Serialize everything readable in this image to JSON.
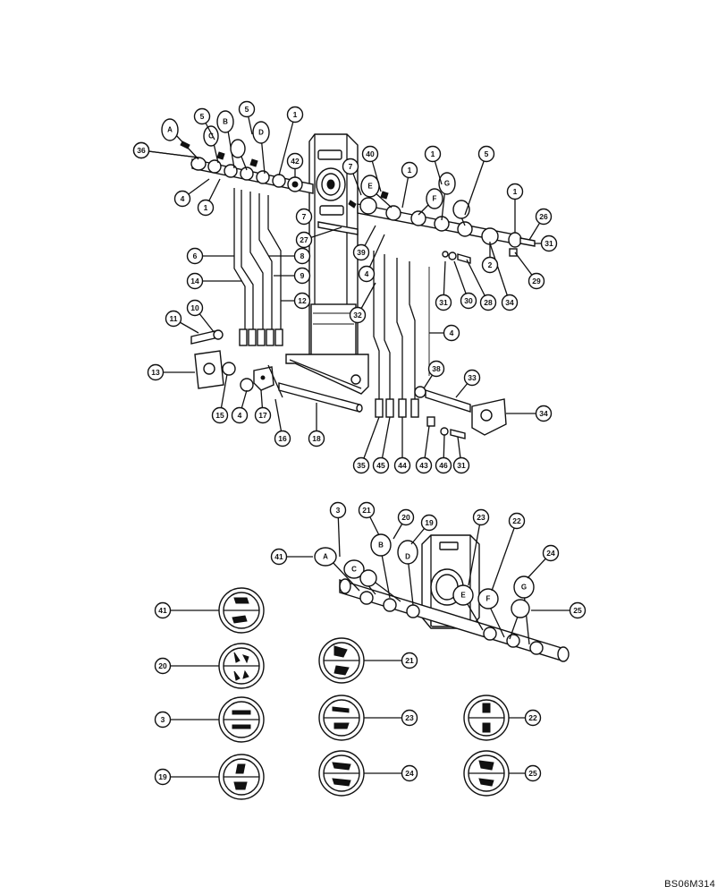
{
  "reference_code": "BS06M314",
  "knob_letters": {
    "upper_left": [
      "A",
      "B",
      "C",
      "D"
    ],
    "upper_right": [
      "E",
      "F",
      "G"
    ],
    "lower": [
      "A",
      "B",
      "C",
      "D",
      "E",
      "F",
      "G"
    ]
  },
  "callouts": {
    "top": [
      "1",
      "5",
      "5",
      "1",
      "1",
      "42",
      "7",
      "4",
      "1",
      "7",
      "40",
      "1",
      "5",
      "1",
      "26",
      "31",
      "27",
      "39",
      "4",
      "6",
      "8",
      "14",
      "9",
      "11",
      "10",
      "12",
      "13",
      "15",
      "4",
      "17",
      "16",
      "18",
      "34",
      "2",
      "29",
      "28",
      "30",
      "31",
      "32",
      "4",
      "38",
      "33",
      "34",
      "35",
      "45",
      "44",
      "43",
      "46",
      "31",
      "36"
    ],
    "bottom": [
      "3",
      "21",
      "20",
      "19",
      "23",
      "22",
      "24",
      "41",
      "25"
    ],
    "decals": [
      "41",
      "20",
      "21",
      "3",
      "23",
      "22",
      "19",
      "24",
      "25"
    ]
  }
}
